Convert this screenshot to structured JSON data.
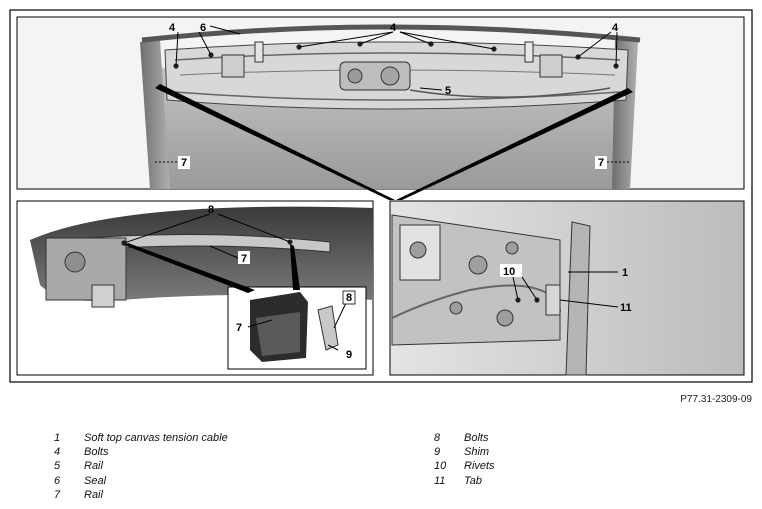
{
  "reference_code": "P77.31-2309-09",
  "callouts": {
    "c1": "1",
    "c4": "4",
    "c5": "5",
    "c6": "6",
    "c7": "7",
    "c8": "8",
    "c9": "9",
    "c10": "10",
    "c11": "11"
  },
  "legend_left": [
    {
      "num": "1",
      "text": "Soft top canvas tension cable"
    },
    {
      "num": "4",
      "text": "Bolts"
    },
    {
      "num": "5",
      "text": "Rail"
    },
    {
      "num": "6",
      "text": "Seal"
    },
    {
      "num": "7",
      "text": "Rail"
    }
  ],
  "legend_right": [
    {
      "num": "8",
      "text": "Bolts"
    },
    {
      "num": "9",
      "text": "Shim"
    },
    {
      "num": "10",
      "text": "Rivets"
    },
    {
      "num": "11",
      "text": "Tab"
    }
  ]
}
